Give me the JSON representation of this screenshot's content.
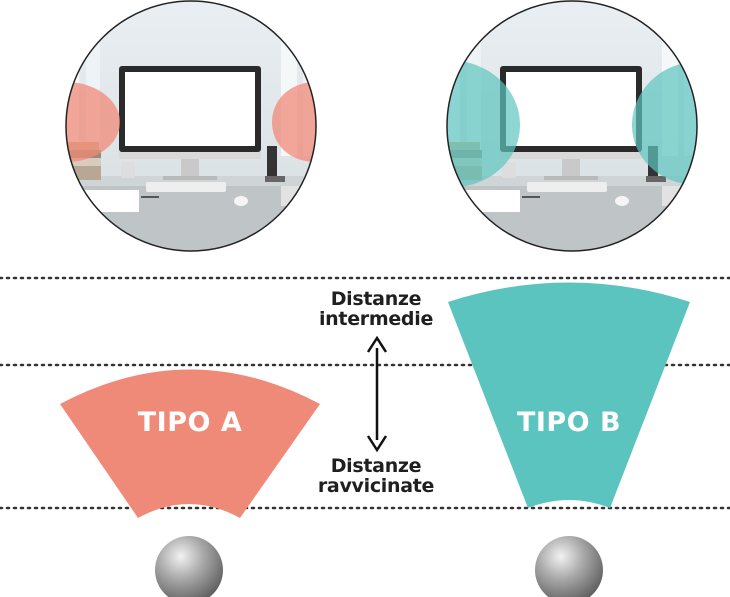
{
  "lens_a": {
    "label": "TIPO A",
    "color": "#f08a78"
  },
  "lens_b": {
    "label": "TIPO B",
    "color": "#5cc4bf"
  },
  "zones": {
    "intermediate": {
      "line1": "Distanze",
      "line2": "intermedie"
    },
    "near": {
      "line1": "Distanze",
      "line2": "ravvicinate"
    }
  }
}
